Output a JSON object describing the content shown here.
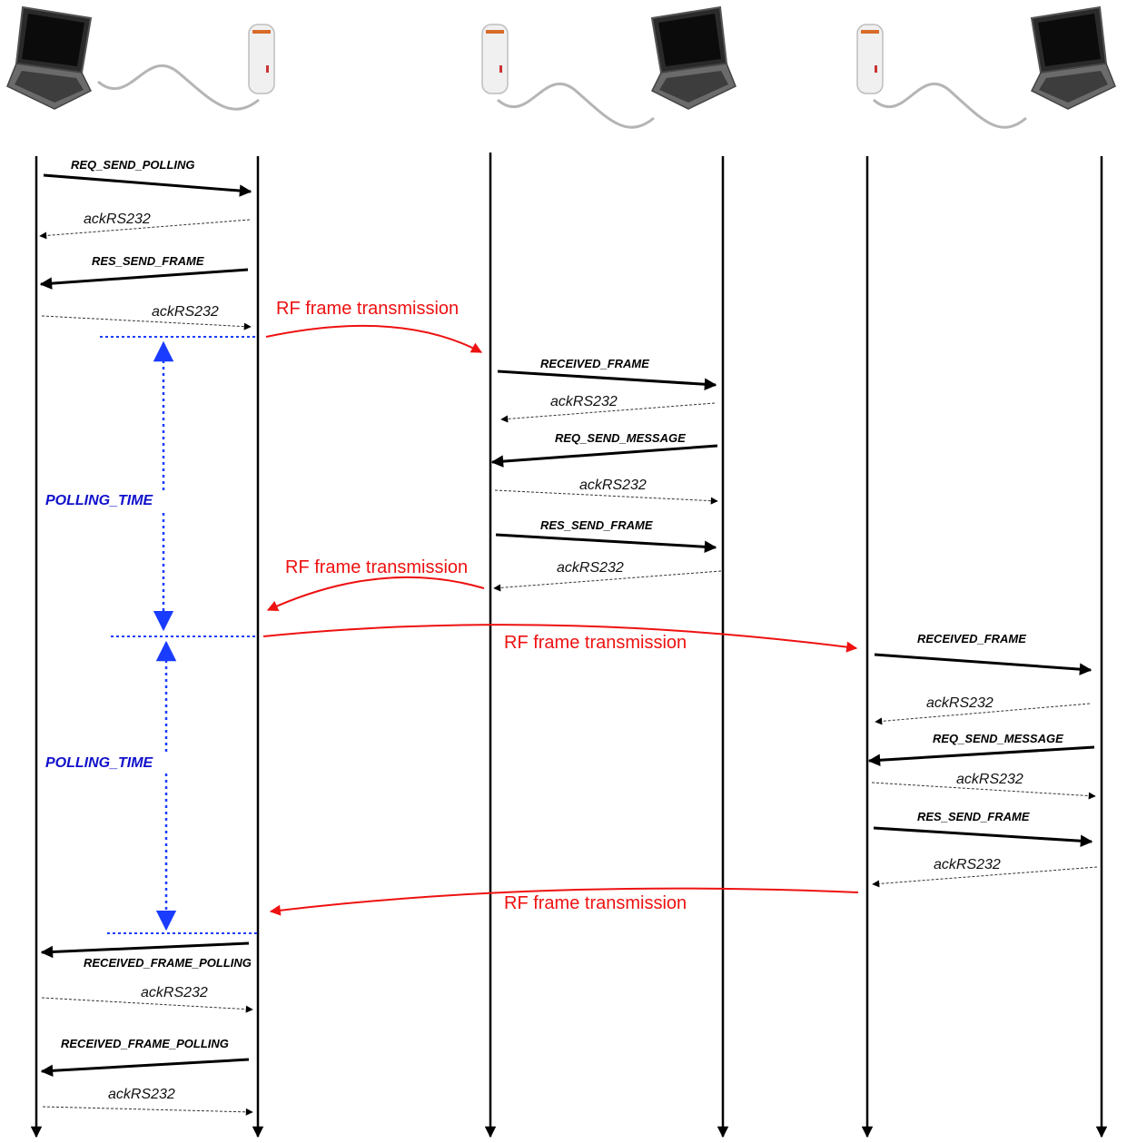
{
  "devices": [
    {
      "type": "laptop"
    },
    {
      "type": "rf-module"
    },
    {
      "type": "rf-module"
    },
    {
      "type": "laptop"
    },
    {
      "type": "rf-module"
    },
    {
      "type": "laptop"
    }
  ],
  "messages": [
    {
      "label": "REQ_SEND_POLLING",
      "kind": "command"
    },
    {
      "label": "ackRS232",
      "kind": "ack"
    },
    {
      "label": "RES_SEND_FRAME",
      "kind": "command"
    },
    {
      "label": "ackRS232",
      "kind": "ack"
    },
    {
      "label": "RF frame transmission",
      "kind": "rf"
    },
    {
      "label": "RECEIVED_FRAME",
      "kind": "command"
    },
    {
      "label": "ackRS232",
      "kind": "ack"
    },
    {
      "label": "REQ_SEND_MESSAGE",
      "kind": "command"
    },
    {
      "label": "ackRS232",
      "kind": "ack"
    },
    {
      "label": "RES_SEND_FRAME",
      "kind": "command"
    },
    {
      "label": "ackRS232",
      "kind": "ack"
    },
    {
      "label": "RF frame transmission",
      "kind": "rf"
    },
    {
      "label": "RF frame transmission",
      "kind": "rf"
    },
    {
      "label": "RECEIVED_FRAME",
      "kind": "command"
    },
    {
      "label": "ackRS232",
      "kind": "ack"
    },
    {
      "label": "REQ_SEND_MESSAGE",
      "kind": "command"
    },
    {
      "label": "ackRS232",
      "kind": "ack"
    },
    {
      "label": "RES_SEND_FRAME",
      "kind": "command"
    },
    {
      "label": "ackRS232",
      "kind": "ack"
    },
    {
      "label": "RF frame transmission",
      "kind": "rf"
    },
    {
      "label": "RECEIVED_FRAME_POLLING",
      "kind": "command"
    },
    {
      "label": "ackRS232",
      "kind": "ack"
    },
    {
      "label": "RECEIVED_FRAME_POLLING",
      "kind": "command"
    },
    {
      "label": "ackRS232",
      "kind": "ack"
    }
  ],
  "intervals": [
    {
      "label": "POLLING_TIME"
    },
    {
      "label": "POLLING_TIME"
    }
  ],
  "colors": {
    "command": "#000000",
    "ack": "#333333",
    "rf": "#ee1111",
    "polling": "#1a3cff",
    "polling_text": "#1010cc"
  }
}
